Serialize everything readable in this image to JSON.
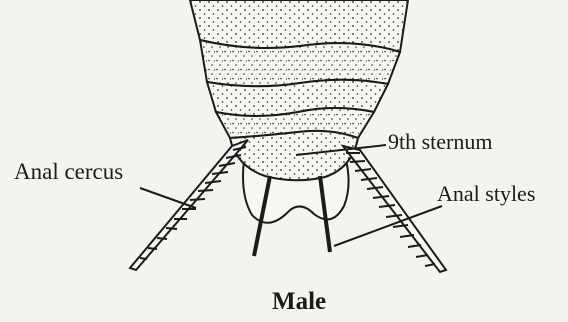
{
  "labels": {
    "anal_cercus": "Anal cercus",
    "ninth_sternum": "9th sternum",
    "anal_styles": "Anal styles"
  },
  "caption": "Male",
  "colors": {
    "background": "#f4f3ef",
    "ink": "#1b1b1b"
  }
}
